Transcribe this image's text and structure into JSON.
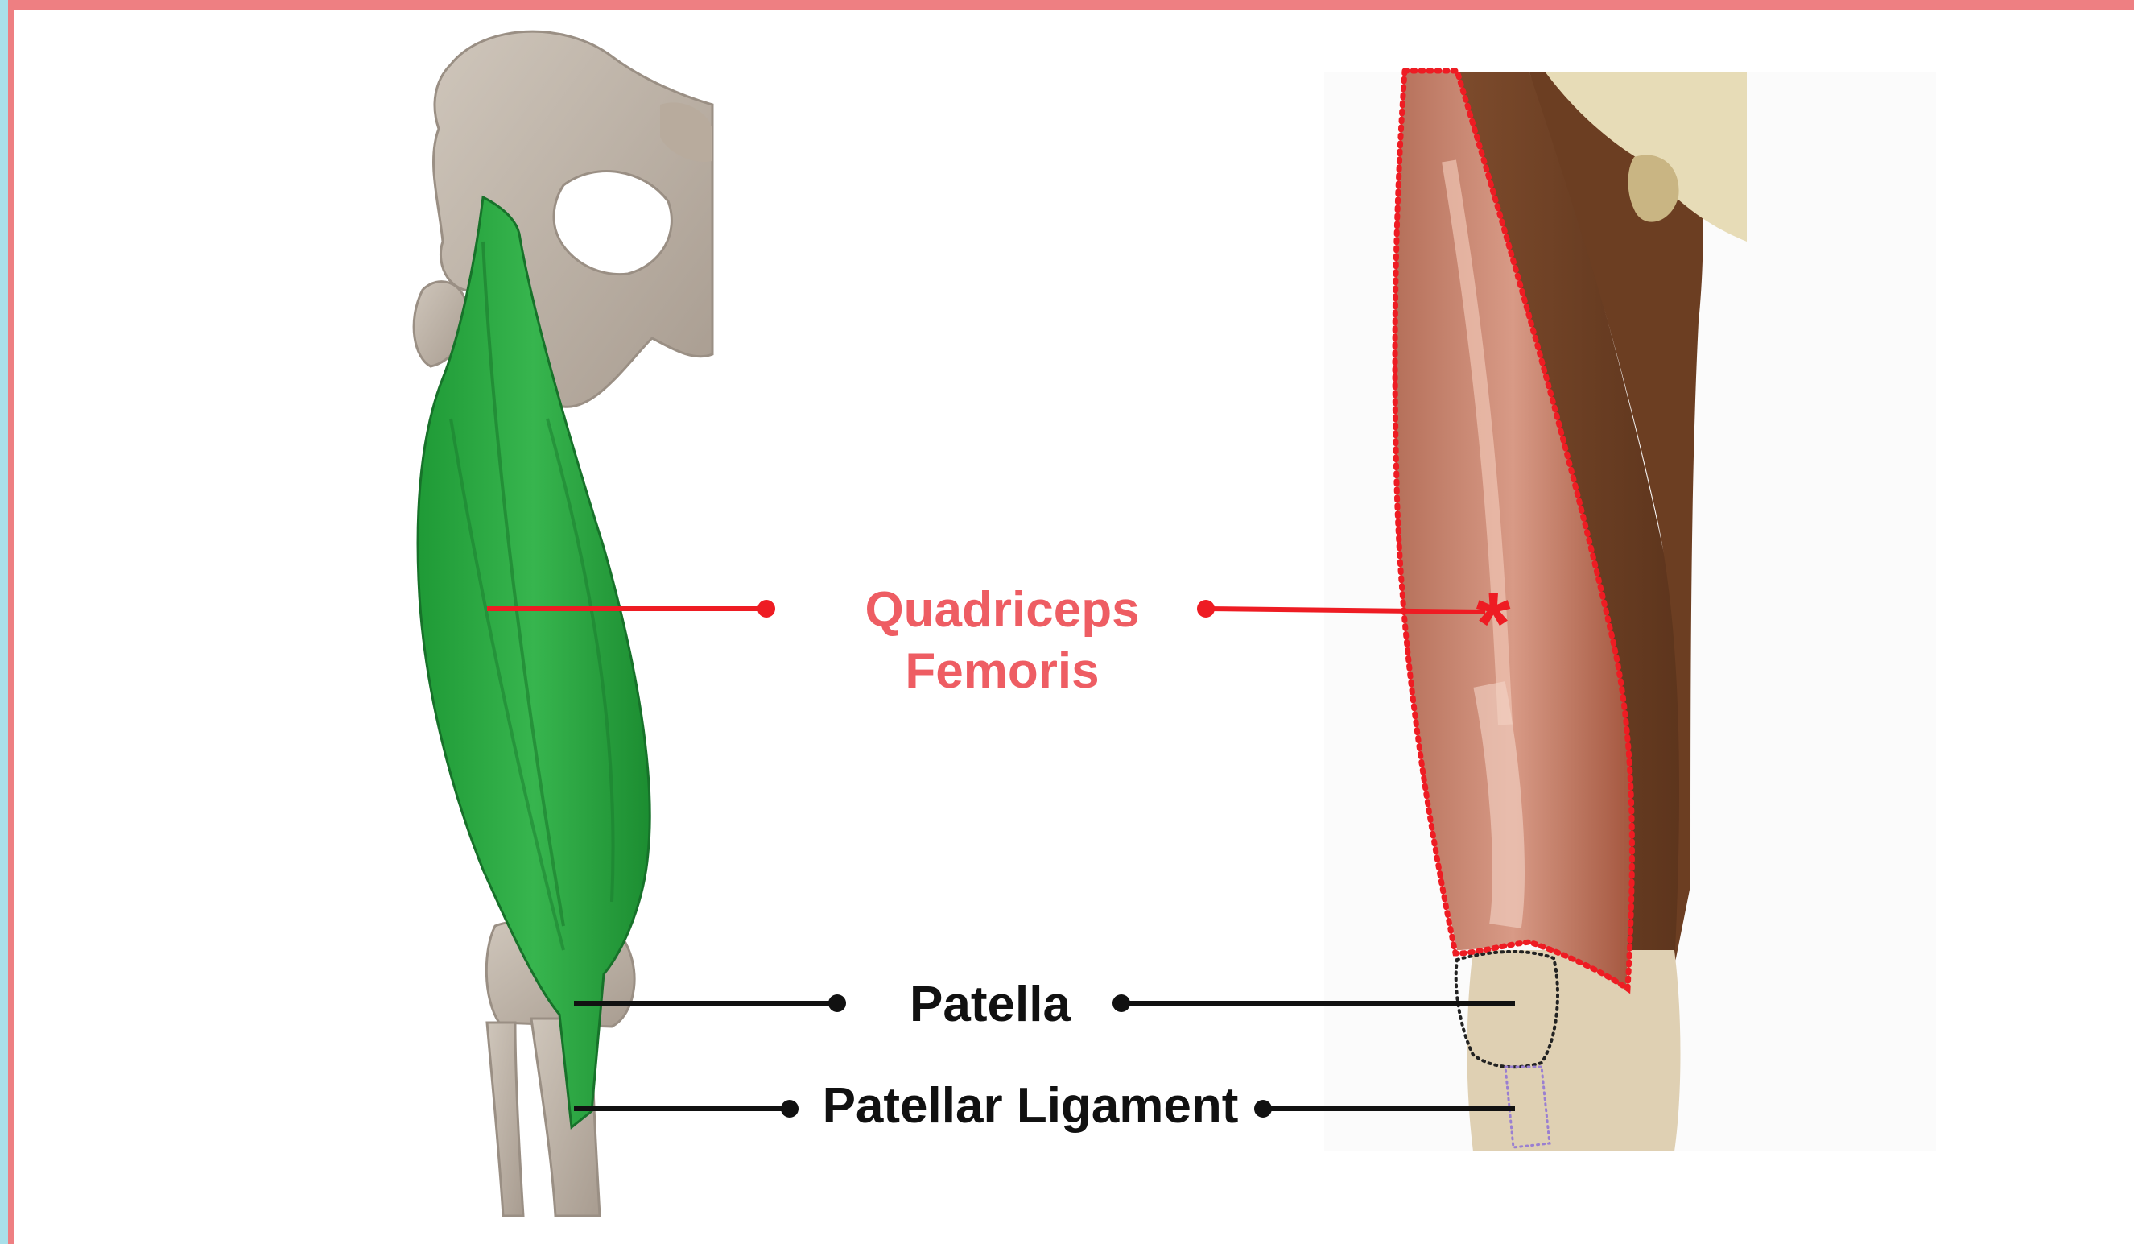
{
  "labels": {
    "quadriceps_line1": "Quadriceps",
    "quadriceps_line2": "Femoris",
    "patella": "Patella",
    "patellar_ligament": "Patellar Ligament"
  },
  "colors": {
    "quadriceps_label": "#ee5d63",
    "quadriceps_leader": "#ee1c23",
    "dark_label": "#111111",
    "muscle_highlight": "#2eaa45",
    "frame_pink": "#ee7f82",
    "frame_cyan": "#a9e0ea"
  },
  "annotations": {
    "asterisk": "*"
  }
}
